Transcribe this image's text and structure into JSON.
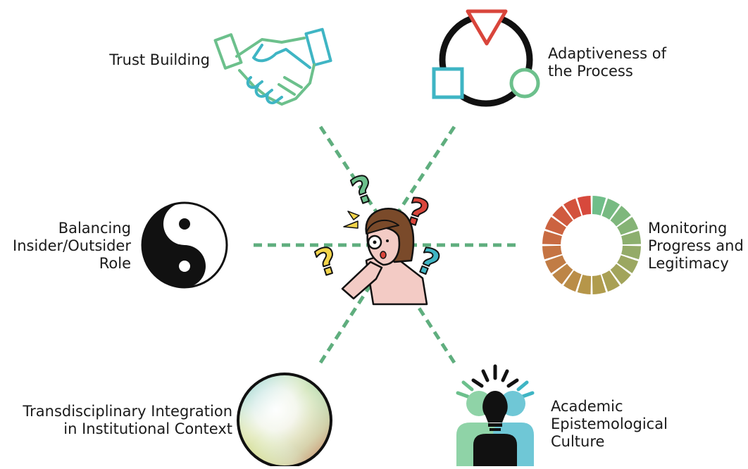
{
  "labels": {
    "trust": [
      "Trust Building"
    ],
    "adaptive": [
      "Adaptiveness of",
      "the Process"
    ],
    "balancing": [
      "Balancing",
      "Insider/Outsider",
      "Role"
    ],
    "monitoring": [
      "Monitoring",
      "Progress and",
      "Legitimacy"
    ],
    "transdisciplinary": [
      "Transdisciplinary Integration",
      "in Institutional Context"
    ],
    "academic": [
      "Academic",
      "Epistemological",
      "Culture"
    ]
  },
  "icons": {
    "trust": "handshake-icon",
    "adaptive": "cycle-shapes-icon",
    "balancing": "yin-yang-icon",
    "monitoring": "segmented-ring-icon",
    "transdisciplinary": "color-sphere-icon",
    "academic": "people-lightbulb-icon",
    "center": "confused-researcher-icon"
  },
  "colors": {
    "dash_line": "#5fae7e",
    "teal": "#3fb5c4",
    "green": "#6cc08c",
    "red": "#d9453b",
    "yellow": "#f2d44a",
    "dark": "#111111"
  }
}
